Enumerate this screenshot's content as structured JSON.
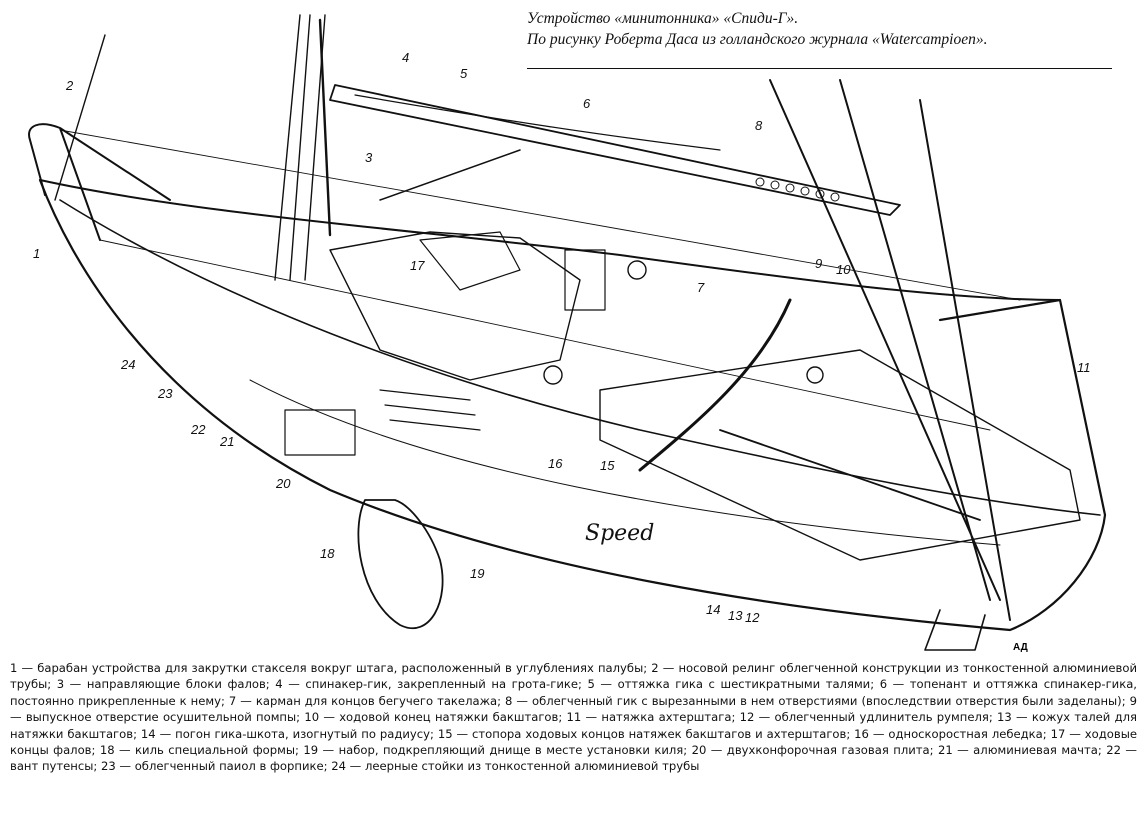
{
  "title": {
    "line1": "Устройство «минитонника» «Спиди-Г».",
    "line2": "По рисунку Роберта Даса из голландского журнала «Watercampioen»."
  },
  "hull_name": "Speed",
  "signature": "АД",
  "callouts": [
    "1",
    "2",
    "3",
    "4",
    "5",
    "6",
    "7",
    "8",
    "9",
    "10",
    "11",
    "12",
    "13",
    "14",
    "15",
    "16",
    "17",
    "18",
    "19",
    "20",
    "21",
    "22",
    "23",
    "24"
  ],
  "caption": [
    "1 — барабан устройства для закрутки стакселя вокруг штага, расположенный в углублениях палубы; 2 — носовой релинг облегченной конструкции из тонкостенной алюминиевой трубы; 3 — направляющие блоки фалов; 4 — спинакер-гик, закрепленный на грота-гике; 5 — оттяжка гика с шестикратными талями; 6 — топенант и оттяжка спинакер-гика, постоянно прикрепленные к нему; 7 — карман для концов бегучего такелажа; 8 — облегченный гик с вырезанными в нем отверстиями (впоследствии отверстия были заделаны); 9 — выпускное отверстие осушительной помпы; 10 — ходовой конец натяжки бакштагов; 11 — натяжка ахтерштага; 12 — облегченный удлинитель румпеля; 13 — кожух талей для натяжки бакштагов; 14 — погон гика-шкота, изогнутый по радиусу; 15 — стопора ходовых концов натяжек бакштагов и ахтерштагов; 16 — односкоростная лебедка; 17 — ходовые концы фалов; 18 — киль специальной формы; 19 — набор, подкрепляющий днище в месте установки киля; 20 — двухконфорочная газовая плита; 21 — алюминиевая мачта; 22 — вант путенсы; 23 — облегченный паиол в форпике; 24 — леерные стойки из тонкостенной алюминиевой трубы"
  ]
}
